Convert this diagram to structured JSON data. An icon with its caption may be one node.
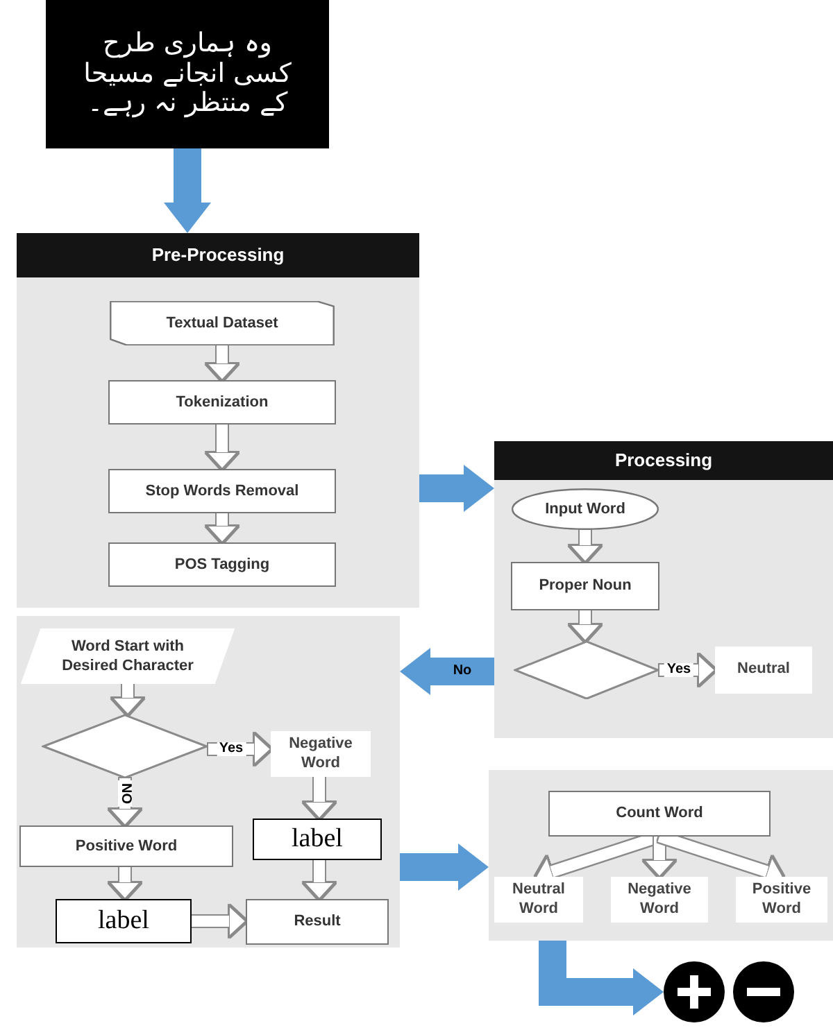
{
  "diagram": {
    "nodes": [
      {
        "text": [
          "وہ ہماری طرح کسی انجانے مسیحا کے منتظر نہ رہے۔"
        ]
      },
      {
        "text": [
          "Pre-Processing"
        ]
      },
      {
        "text": [
          "Textual Dataset"
        ],
        "in": 1
      },
      {
        "text": [
          "Tokenization"
        ],
        "in": 1
      },
      {
        "text": [
          "Stop Words Removal"
        ],
        "in": 1
      },
      {
        "text": [
          "POS Tagging"
        ],
        "in": 1
      },
      {
        "text": [
          "Processing"
        ]
      },
      {
        "text": [
          "Input Word"
        ],
        "in": 6
      },
      {
        "text": [
          "Proper Noun"
        ],
        "in": 6
      },
      {
        "text": [],
        "shape": "diamond",
        "in": 6
      },
      {
        "text": [
          "Neutral"
        ],
        "in": 6
      },
      {
        "text": [],
        "shape": "box"
      },
      {
        "text": [
          "Word Start with Desired Character"
        ],
        "in": 11
      },
      {
        "text": [],
        "shape": "diamond",
        "in": 11
      },
      {
        "text": [
          "Negative Word"
        ],
        "in": 11
      },
      {
        "text": [
          "Positive Word"
        ],
        "in": 11
      },
      {
        "text": [
          "label"
        ],
        "in": 11
      },
      {
        "text": [
          "label"
        ],
        "in": 11
      },
      {
        "text": [
          "Result"
        ],
        "in": 11
      },
      {
        "text": [],
        "shape": "box"
      },
      {
        "text": [
          "Count Word"
        ],
        "in": 19
      },
      {
        "text": [
          "Neutral Word"
        ],
        "in": 19
      },
      {
        "text": [
          "Negative Word"
        ],
        "in": 19
      },
      {
        "text": [
          "Positive Word"
        ],
        "in": 19
      },
      {
        "text": [],
        "shape": "circle"
      },
      {
        "text": [],
        "shape": "circle"
      }
    ],
    "edges": [
      {
        "from": 0,
        "to": 1,
        "arrow": "to",
        "style": "thick",
        "color": "#5b9bd5"
      },
      {
        "from": 2,
        "to": 3,
        "arrow": "to"
      },
      {
        "from": 3,
        "to": 4,
        "arrow": "to"
      },
      {
        "from": 4,
        "to": 5,
        "arrow": "to"
      },
      {
        "from": 1,
        "to": 6,
        "arrow": "to",
        "style": "thick",
        "color": "#5b9bd5"
      },
      {
        "from": 7,
        "to": 8,
        "arrow": "to"
      },
      {
        "from": 8,
        "to": 9,
        "arrow": "to"
      },
      {
        "from": 9,
        "to": 10,
        "arrow": "to",
        "label": "Yes"
      },
      {
        "from": 6,
        "to": 11,
        "arrow": "to",
        "label": "No",
        "style": "thick",
        "color": "#5b9bd5"
      },
      {
        "from": 12,
        "to": 13,
        "arrow": "to"
      },
      {
        "from": 13,
        "to": 14,
        "arrow": "to",
        "label": "Yes"
      },
      {
        "from": 13,
        "to": 15,
        "arrow": "to",
        "label": "NO"
      },
      {
        "from": 14,
        "to": 16,
        "arrow": "to"
      },
      {
        "from": 15,
        "to": 17,
        "arrow": "to"
      },
      {
        "from": 16,
        "to": 18,
        "arrow": "to"
      },
      {
        "from": 17,
        "to": 18,
        "arrow": "to"
      },
      {
        "from": 11,
        "to": 19,
        "arrow": "to",
        "style": "thick",
        "color": "#5b9bd5"
      },
      {
        "from": 20,
        "to": 21,
        "arrow": "to"
      },
      {
        "from": 20,
        "to": 22,
        "arrow": "to"
      },
      {
        "from": 20,
        "to": 23,
        "arrow": "to"
      },
      {
        "from": 19,
        "to": 24,
        "arrow": "to",
        "style": "thick",
        "color": "#5b9bd5"
      }
    ]
  }
}
